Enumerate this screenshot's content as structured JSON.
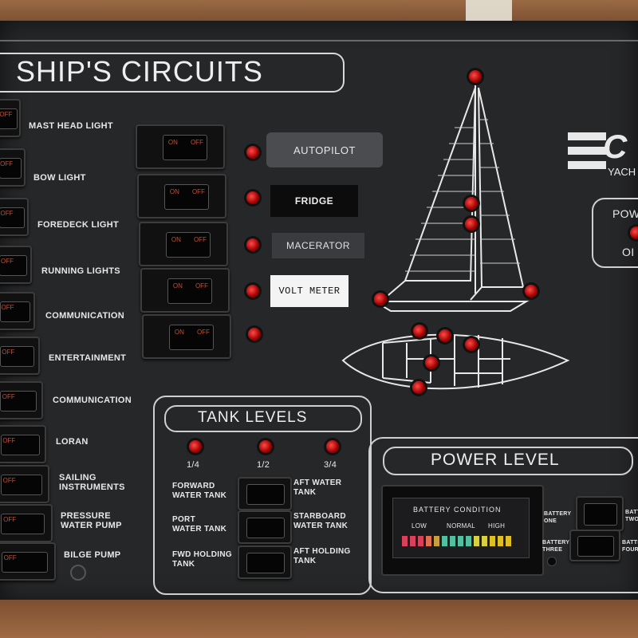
{
  "panel": {
    "title": "SHIP'S CIRCUITS",
    "brand": "C",
    "brand_sub": "YACH"
  },
  "circuits": [
    {
      "label": "MAST HEAD LIGHT"
    },
    {
      "label": "BOW LIGHT"
    },
    {
      "label": "FOREDECK LIGHT"
    },
    {
      "label": "RUNNING LIGHTS"
    },
    {
      "label": "COMMUNICATION"
    },
    {
      "label": "ENTERTAINMENT"
    },
    {
      "label": "COMMUNICATION"
    },
    {
      "label": "LORAN"
    },
    {
      "label": "SAILING\nINSTRUMENTS"
    },
    {
      "label": "PRESSURE\nWATER PUMP"
    },
    {
      "label": "BILGE PUMP"
    }
  ],
  "switch_text": {
    "on": "ON",
    "off": "OFF"
  },
  "accessory_tags": [
    "AUTOPILOT",
    "FRIDGE",
    "MACERATOR",
    "VOLT METER"
  ],
  "tank_levels": {
    "title": "TANK LEVELS",
    "marks": [
      "1/4",
      "1/2",
      "3/4"
    ],
    "left_labels": [
      "FORWARD\nWATER TANK",
      "PORT\nWATER TANK",
      "FWD HOLDING\nTANK"
    ],
    "right_labels": [
      "AFT WATER\nTANK",
      "STARBOARD\nWATER TANK",
      "AFT HOLDING\nTANK"
    ]
  },
  "power_level": {
    "title": "POWER LEVEL",
    "battery_title": "BATTERY CONDITION",
    "scale": [
      "LOW",
      "NORMAL",
      "HIGH"
    ],
    "battery_one": "BATTERY\nONE",
    "battery_three": "BATTERY\nTHREE",
    "right_cut_1": "BATTE\nTWO",
    "right_cut_2": "BATTE\nFOUR"
  },
  "power_right": {
    "top": "POW",
    "bottom": "OI"
  },
  "colors": {
    "panel": "#262729",
    "led": "#e01010",
    "text": "#e8e8e8"
  }
}
